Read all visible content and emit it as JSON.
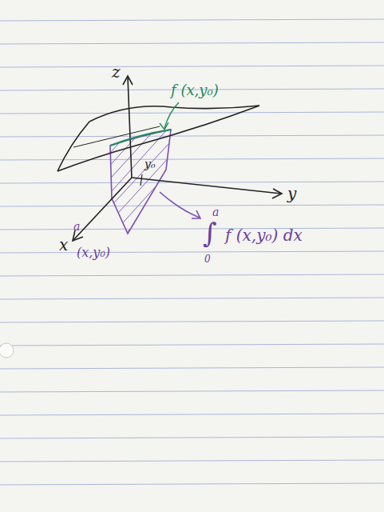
{
  "diagram": {
    "labels": [
      "z",
      "f (x,y₀)",
      "y",
      "y₀",
      "x",
      "a",
      "(x,y₀)",
      "∫",
      "a",
      "0",
      "f (x,y₀) dx"
    ]
  }
}
